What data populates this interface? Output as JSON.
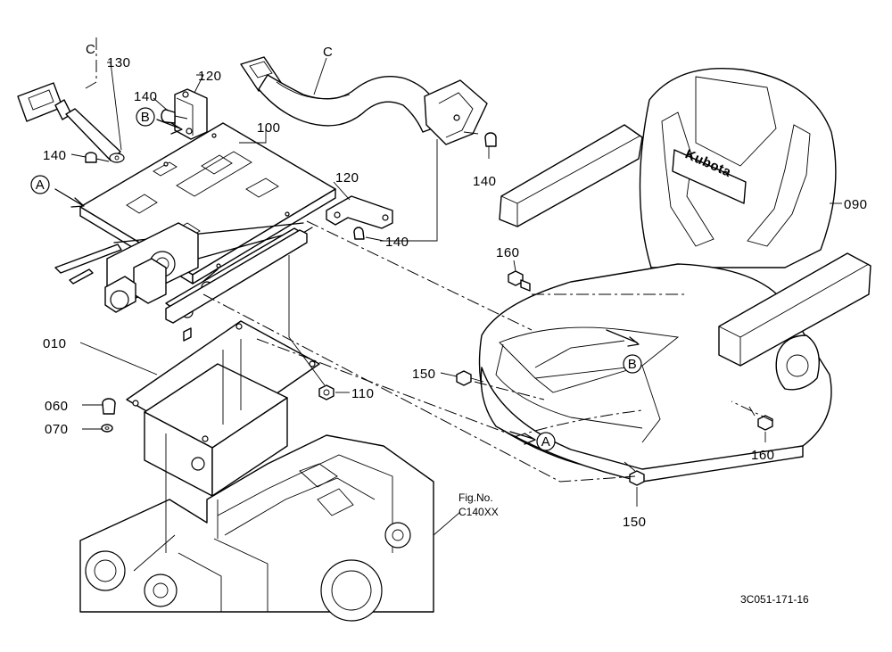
{
  "diagram": {
    "part_labels": {
      "p130": "130",
      "p120_top": "120",
      "p140_top": "140",
      "p140_left": "140",
      "p100": "100",
      "p120_right": "120",
      "p140_mid": "140",
      "p140_belt": "140",
      "p160_top": "160",
      "p090": "090",
      "p010": "010",
      "p150_mid": "150",
      "p110": "110",
      "p060": "060",
      "p070": "070",
      "p160_bottom": "160",
      "p150_bottom": "150"
    },
    "callouts": {
      "a_left": "A",
      "a_right": "A",
      "b_left": "B",
      "b_right": "B",
      "c_left": "C",
      "c_top": "C"
    },
    "brand": "Kubota",
    "reference": {
      "fig_label": "Fig.No.",
      "fig_code": "C140XX"
    },
    "drawing_number": "3C051-171-16"
  }
}
